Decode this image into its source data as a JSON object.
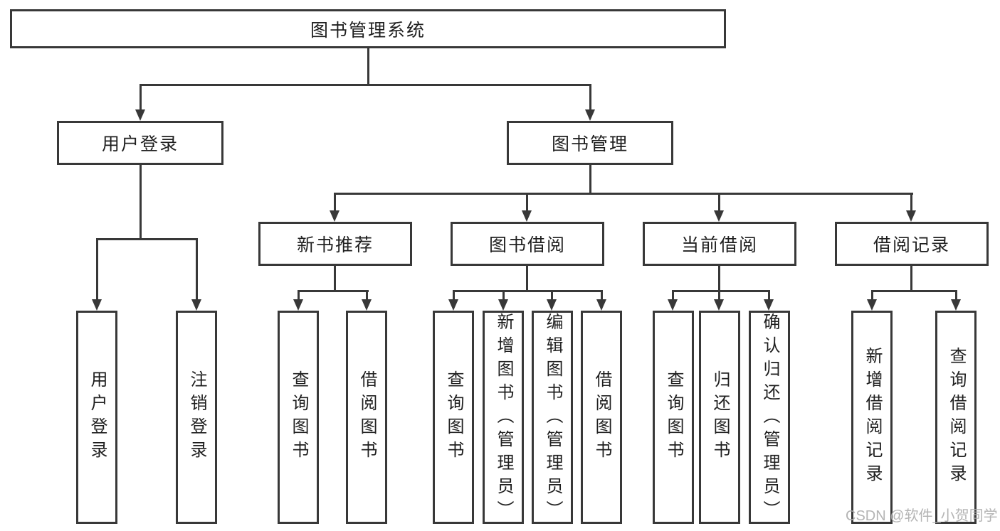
{
  "diagram": {
    "root": {
      "label": "图书管理系统"
    },
    "branches": [
      {
        "label": "用户登录",
        "children": [
          {
            "label": "用户登录"
          },
          {
            "label": "注销登录"
          }
        ]
      },
      {
        "label": "图书管理",
        "children": [
          {
            "label": "新书推荐",
            "children": [
              {
                "label": "查询图书"
              },
              {
                "label": "借阅图书"
              }
            ]
          },
          {
            "label": "图书借阅",
            "children": [
              {
                "label": "查询图书"
              },
              {
                "label": "新增图书（管理员）"
              },
              {
                "label": "编辑图书（管理员）"
              },
              {
                "label": "借阅图书"
              }
            ]
          },
          {
            "label": "当前借阅",
            "children": [
              {
                "label": "查询图书"
              },
              {
                "label": "归还图书"
              },
              {
                "label": "确认归还（管理员）"
              }
            ]
          },
          {
            "label": "借阅记录",
            "children": [
              {
                "label": "新增借阅记录"
              },
              {
                "label": "查询借阅记录"
              }
            ]
          }
        ]
      }
    ]
  },
  "watermark": {
    "text": "CSDN @软件_小贺同学"
  },
  "colors": {
    "line": "#383838",
    "box_background": "#ffffff",
    "text": "#1f1f1f",
    "watermark": "#acacac"
  }
}
